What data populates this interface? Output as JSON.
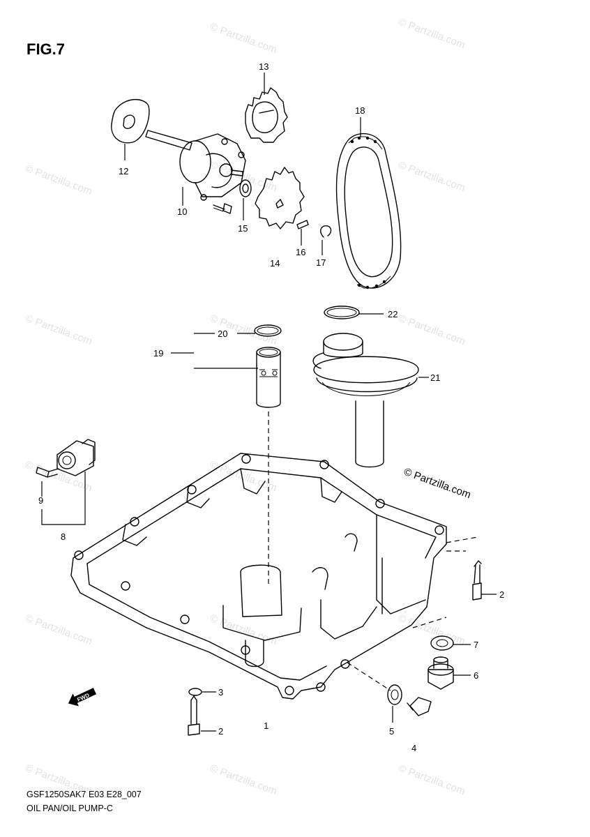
{
  "figure": {
    "title": "FIG.7"
  },
  "callouts": {
    "c1": "1",
    "c2a": "2",
    "c2b": "2",
    "c3": "3",
    "c4": "4",
    "c5": "5",
    "c6": "6",
    "c7": "7",
    "c8": "8",
    "c9": "9",
    "c10": "10",
    "c12": "12",
    "c13": "13",
    "c14": "14",
    "c15": "15",
    "c16": "16",
    "c17": "17",
    "c18": "18",
    "c19": "19",
    "c20": "20",
    "c21": "21",
    "c22": "22"
  },
  "front_marker": {
    "label": "FWD"
  },
  "footer": {
    "code": "GSF1250SAK7 E03 E28_007",
    "caption": "OIL PAN/OIL PUMP-C"
  },
  "watermark": {
    "text": "© Partzilla.com"
  }
}
